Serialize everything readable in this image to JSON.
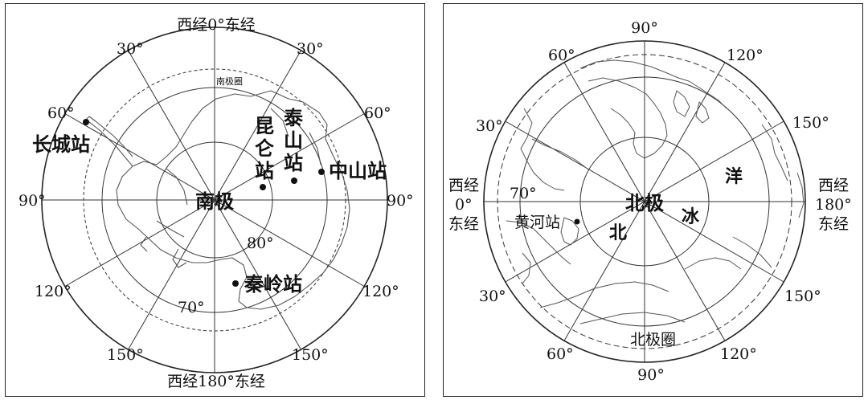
{
  "antarctic_map": {
    "top_label": "西经0°东经",
    "bottom_label": "西经180°东经",
    "left_90": "90°",
    "right_90": "90°",
    "lon_labels": {
      "w30": "30°",
      "e30": "30°",
      "w60": "60°",
      "e60": "60°",
      "w120": "120°",
      "e120": "120°",
      "w150": "150°",
      "e150": "150°"
    },
    "lat_labels": {
      "lat80": "80°",
      "lat70": "70°"
    },
    "circle_label": "南极圈",
    "pole_label": "南极",
    "stations": {
      "changcheng": "长城站",
      "kunlun": "昆仑站",
      "taishan": "泰山站",
      "zhongshan": "中山站",
      "qinling": "秦岭站"
    }
  },
  "arctic_map": {
    "top_label": "90°",
    "bottom_label": "90°",
    "left_label": [
      "西经",
      "0°",
      "东经"
    ],
    "right_label": [
      "西经",
      "180°",
      "东经"
    ],
    "lon_labels": {
      "ul60": "60°",
      "ur120": "120°",
      "ul30": "30°",
      "ur150": "150°",
      "ll30": "30°",
      "lr150": "150°",
      "ll60": "60°",
      "lr120": "120°"
    },
    "lat_labels": {
      "lat70": "70°"
    },
    "circle_label": "北极圈",
    "pole_label": "北极",
    "ocean_chars": [
      "北",
      "冰",
      "洋"
    ],
    "station": "黄河站"
  },
  "colors": {
    "line": "#222222",
    "coast": "#555555",
    "background": "#ffffff"
  }
}
